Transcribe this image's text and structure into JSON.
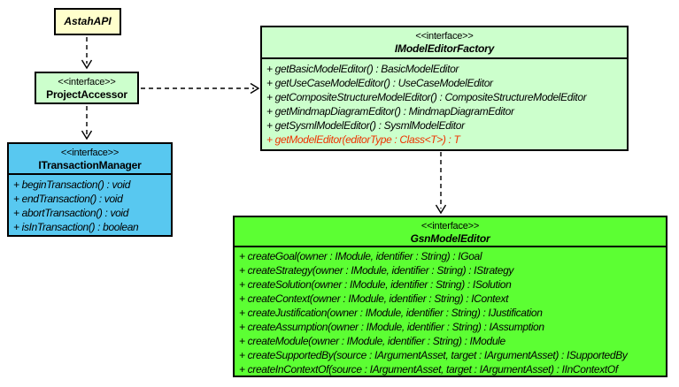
{
  "colors": {
    "class_fill": "#FFFFCC",
    "interface_fill": "#CCFFCC",
    "transaction_fill": "#58C8F0",
    "gsn_fill": "#5CFF33",
    "highlight_method": "#EE3300",
    "border": "#000000",
    "background": "#FFFFFF"
  },
  "boxes": {
    "astah_api": {
      "name": "AstahAPI"
    },
    "project_accessor": {
      "stereotype": "<<interface>>",
      "name": "ProjectAccessor"
    },
    "transaction_manager": {
      "stereotype": "<<interface>>",
      "name": "ITransactionManager",
      "methods": [
        {
          "text": "+ beginTransaction() : void"
        },
        {
          "text": "+ endTransaction() : void"
        },
        {
          "text": "+ abortTransaction() : void"
        },
        {
          "text": "+ isInTransaction() : boolean"
        }
      ]
    },
    "model_editor_factory": {
      "stereotype": "<<interface>>",
      "name": "IModelEditorFactory",
      "methods": [
        {
          "text": "+ getBasicModelEditor() : BasicModelEditor"
        },
        {
          "text": "+ getUseCaseModelEditor() : UseCaseModelEditor"
        },
        {
          "text": "+ getCompositeStructureModelEditor() : CompositeStructureModelEditor"
        },
        {
          "text": "+ getMindmapDiagramEditor() : MindmapDiagramEditor"
        },
        {
          "text": "+ getSysmlModelEditor() : SysmlModelEditor"
        },
        {
          "text": "+ getModelEditor(editorType : Class<T>) : T",
          "color": "#EE3300"
        }
      ]
    },
    "gsn_model_editor": {
      "stereotype": "<<interface>>",
      "name": "GsnModelEditor",
      "methods": [
        {
          "text": "+ createGoal(owner : IModule, identifier : String) : IGoal"
        },
        {
          "text": "+ createStrategy(owner : IModule, identifier : String) : IStrategy"
        },
        {
          "text": "+ createSolution(owner : IModule, identifier : String) : ISolution"
        },
        {
          "text": "+ createContext(owner : IModule, identifier : String) : IContext"
        },
        {
          "text": "+ createJustification(owner : IModule, identifier : String) : IJustification"
        },
        {
          "text": "+ createAssumption(owner : IModule, identifier : String) : IAssumption"
        },
        {
          "text": "+ createModule(owner : IModule, identifier : String) : IModule"
        },
        {
          "text": "+ createSupportedBy(source : IArgumentAsset, target : IArgumentAsset) : ISupportedBy"
        },
        {
          "text": "+ createInContextOf(source : IArgumentAsset, target : IArgumentAsset) : IInContextOf"
        }
      ]
    }
  }
}
